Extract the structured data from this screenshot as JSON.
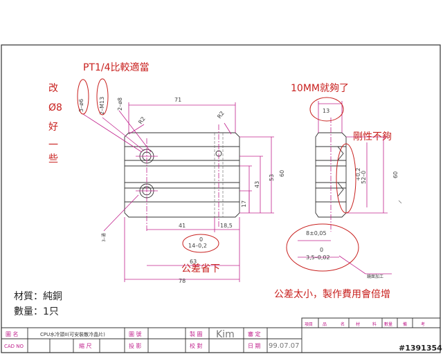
{
  "annotations": {
    "pt_note": "PT1/4比較適當",
    "change_col": [
      "改",
      "Ø8",
      "好",
      "一",
      "些"
    ],
    "thickness_note": "10MM就夠了",
    "rigidity_note": "剛性不夠",
    "tolerance_omit": "公差省下",
    "tolerance_small": "公差太小，製作費用會倍增"
  },
  "dimensions": {
    "width_71": "71",
    "width_78": "78",
    "width_63": "63",
    "dim_41": "41",
    "dim_18_5": "18,5",
    "dim_14": "14–0,2",
    "dim_14_top": "0",
    "dim_60_left": "60",
    "dim_53": "53",
    "dim_43": "43",
    "dim_17": "17",
    "dim_13": "13",
    "dim_60_right": "60",
    "dim_52_top": "+0,2",
    "dim_52": "52–0",
    "dim_8": "8±0,05",
    "dim_3_5_top": "0",
    "dim_3_5": "3,5–0,02",
    "hole_3_6": "3–ø6",
    "hole_m13": "2–M13",
    "hole_8": "2–ø8",
    "hole_3_bottom": "3–通",
    "r2_a": "R2",
    "r2_b": "R2",
    "surface_note": "鏡面加工"
  },
  "specs": {
    "material_label": "材質：純銅",
    "quantity_label": "數量：1只"
  },
  "title_block": {
    "drawing_name_label": "圖 名",
    "drawing_name_value": "CPU水冷頭II(可安裝散冷晶片)",
    "cad_no_label": "CAD NO",
    "drawing_no_label": "圖 號",
    "scale_label": "縮 尺",
    "projection_label": "投 影",
    "designer_label": "製 圖",
    "designer_value": "Kim",
    "checker_label": "審 定",
    "verify_label": "校 對",
    "date_label": "日 期",
    "date_value": "99.07.07",
    "parts_headers": [
      "項目",
      "品",
      "名",
      "材",
      "料",
      "數量",
      "備",
      "考"
    ]
  },
  "watermark": "#1391354"
}
